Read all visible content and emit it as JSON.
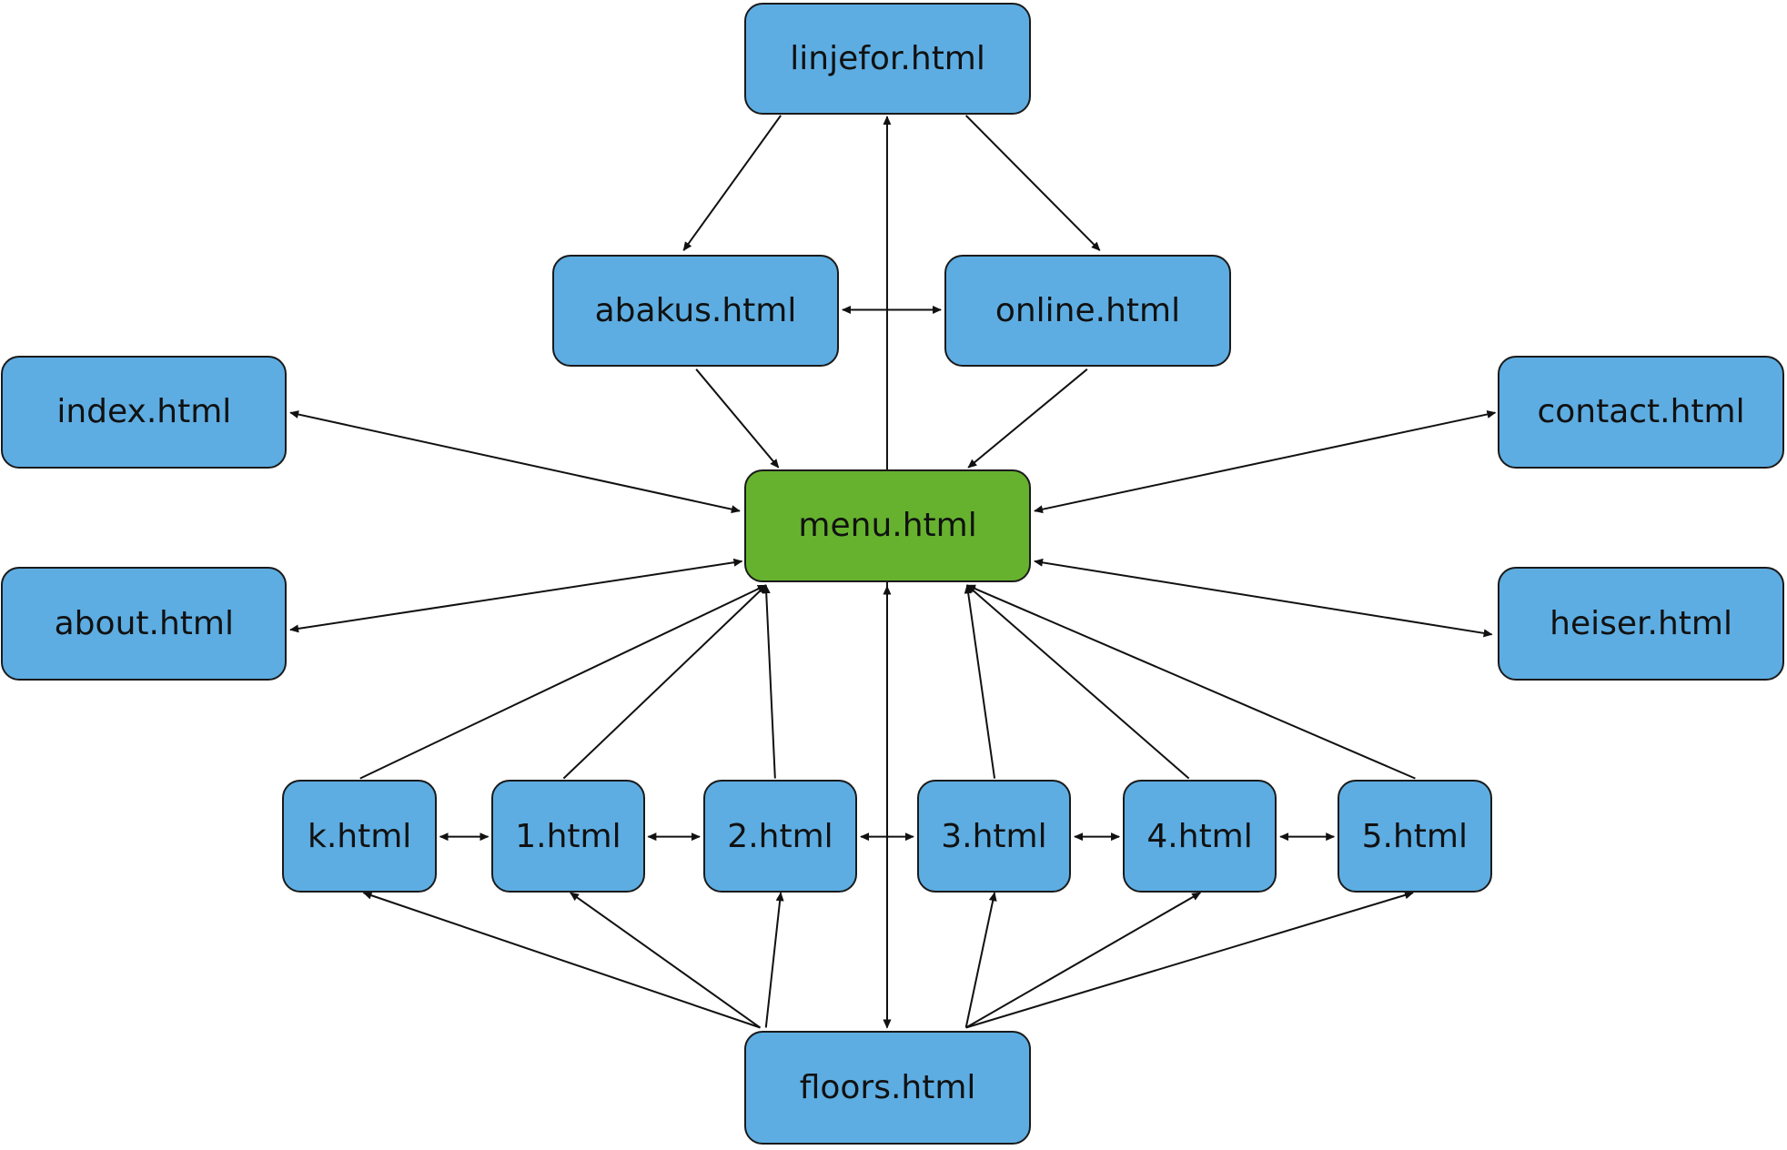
{
  "colors": {
    "node_fill": "#5DADE2",
    "root_fill": "#66B22E",
    "stroke": "#1a1a1a",
    "arrow": "#111111"
  },
  "nodes": [
    {
      "id": "linjefor",
      "label": "linjefor.html"
    },
    {
      "id": "abakus",
      "label": "abakus.html"
    },
    {
      "id": "online",
      "label": "online.html"
    },
    {
      "id": "index",
      "label": "index.html"
    },
    {
      "id": "contact",
      "label": "contact.html"
    },
    {
      "id": "menu",
      "label": "menu.html",
      "root": true
    },
    {
      "id": "about",
      "label": "about.html"
    },
    {
      "id": "heiser",
      "label": "heiser.html"
    },
    {
      "id": "k",
      "label": "k.html"
    },
    {
      "id": "f1",
      "label": "1.html"
    },
    {
      "id": "f2",
      "label": "2.html"
    },
    {
      "id": "f3",
      "label": "3.html"
    },
    {
      "id": "f4",
      "label": "4.html"
    },
    {
      "id": "f5",
      "label": "5.html"
    },
    {
      "id": "floors",
      "label": "floors.html"
    }
  ],
  "edges": [
    {
      "from": "linjefor",
      "to": "abakus",
      "dir": "forward"
    },
    {
      "from": "linjefor",
      "to": "online",
      "dir": "forward"
    },
    {
      "from": "linjefor",
      "to": "menu",
      "dir": "both"
    },
    {
      "from": "abakus",
      "to": "online",
      "dir": "both"
    },
    {
      "from": "abakus",
      "to": "menu",
      "dir": "forward"
    },
    {
      "from": "online",
      "to": "menu",
      "dir": "forward"
    },
    {
      "from": "index",
      "to": "menu",
      "dir": "both"
    },
    {
      "from": "contact",
      "to": "menu",
      "dir": "both"
    },
    {
      "from": "about",
      "to": "menu",
      "dir": "both"
    },
    {
      "from": "heiser",
      "to": "menu",
      "dir": "both"
    },
    {
      "from": "k",
      "to": "menu",
      "dir": "forward"
    },
    {
      "from": "f1",
      "to": "menu",
      "dir": "forward"
    },
    {
      "from": "f2",
      "to": "menu",
      "dir": "forward"
    },
    {
      "from": "f3",
      "to": "menu",
      "dir": "forward"
    },
    {
      "from": "f4",
      "to": "menu",
      "dir": "forward"
    },
    {
      "from": "f5",
      "to": "menu",
      "dir": "forward"
    },
    {
      "from": "floors",
      "to": "menu",
      "dir": "both"
    },
    {
      "from": "k",
      "to": "f1",
      "dir": "both"
    },
    {
      "from": "f1",
      "to": "f2",
      "dir": "both"
    },
    {
      "from": "f2",
      "to": "f3",
      "dir": "both"
    },
    {
      "from": "f3",
      "to": "f4",
      "dir": "both"
    },
    {
      "from": "f4",
      "to": "f5",
      "dir": "both"
    },
    {
      "from": "floors",
      "to": "k",
      "dir": "forward"
    },
    {
      "from": "floors",
      "to": "f1",
      "dir": "forward"
    },
    {
      "from": "floors",
      "to": "f2",
      "dir": "forward"
    },
    {
      "from": "floors",
      "to": "f3",
      "dir": "forward"
    },
    {
      "from": "floors",
      "to": "f4",
      "dir": "forward"
    },
    {
      "from": "floors",
      "to": "f5",
      "dir": "forward"
    }
  ]
}
